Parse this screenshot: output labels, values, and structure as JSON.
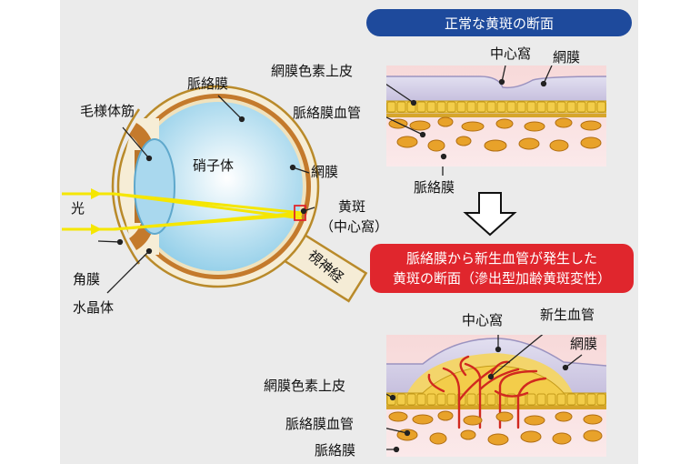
{
  "eye": {
    "ciliary_muscle": "毛様体筋",
    "choroid": "脈絡膜",
    "vitreous": "硝子体",
    "retina": "網膜",
    "light": "光",
    "macula": "黄斑",
    "fovea_paren": "（中心窩）",
    "cornea": "角膜",
    "lens": "水晶体",
    "optic_nerve": "視神経"
  },
  "normal": {
    "title": "正常な黄斑の断面",
    "fovea": "中心窩",
    "retina": "網膜",
    "rpe": "網膜色素上皮",
    "choroid_vessels": "脈絡膜血管",
    "choroid": "脈絡膜"
  },
  "amd": {
    "title_line1": "脈絡膜から新生血管が発生した",
    "title_line2": "黄斑の断面（滲出型加齢黄斑変性）",
    "fovea": "中心窩",
    "new_vessels": "新生血管",
    "retina": "網膜",
    "rpe": "網膜色素上皮",
    "choroid_vessels": "脈絡膜血管",
    "choroid": "脈絡膜"
  },
  "colors": {
    "title_blue": "#1e4a9c",
    "title_red": "#e0262d",
    "light_ray": "#f5e600",
    "vessel": "#d1281f"
  }
}
